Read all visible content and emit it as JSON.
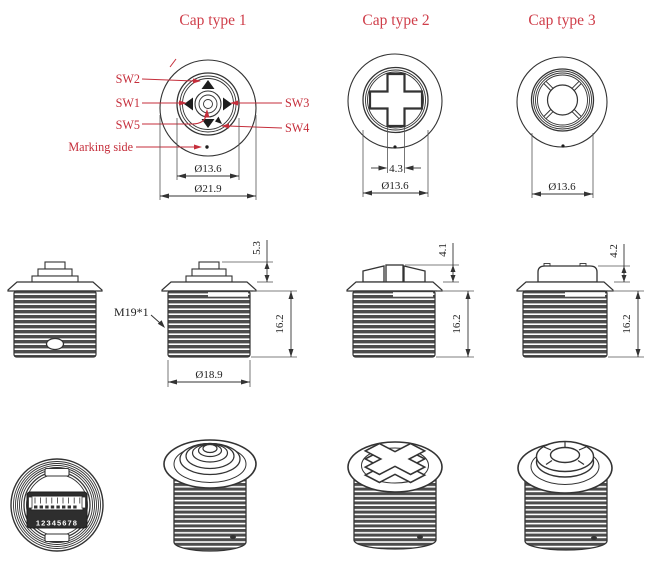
{
  "colors": {
    "accent_red": "#c52e3b",
    "line": "#333333",
    "thread_gray": "#4c4c4c"
  },
  "titles": [
    {
      "label": "Cap type 1"
    },
    {
      "label": "Cap type 2"
    },
    {
      "label": "Cap type 3"
    }
  ],
  "cap1": {
    "labels": {
      "sw1": "SW1",
      "sw2": "SW2",
      "sw3": "SW3",
      "sw4": "SW4",
      "sw5": "SW5",
      "marking": "Marking side"
    },
    "dims": {
      "cap_diameter": "Ø13.6",
      "outer_diameter": "Ø21.9"
    }
  },
  "cap2": {
    "dims": {
      "slot_width": "4.3",
      "cap_diameter": "Ø13.6"
    }
  },
  "cap3": {
    "dims": {
      "cap_diameter": "Ø13.6"
    }
  },
  "side": {
    "thread_spec": "M19*1",
    "type1": {
      "cap_height": "5.3",
      "thread_length": "16.2",
      "thread_diameter": "Ø18.9"
    },
    "type2": {
      "cap_height": "4.1",
      "thread_length": "16.2"
    },
    "type3": {
      "cap_height": "4.2",
      "thread_length": "16.2"
    }
  },
  "rear": {
    "pin_numbers": "12345678"
  }
}
